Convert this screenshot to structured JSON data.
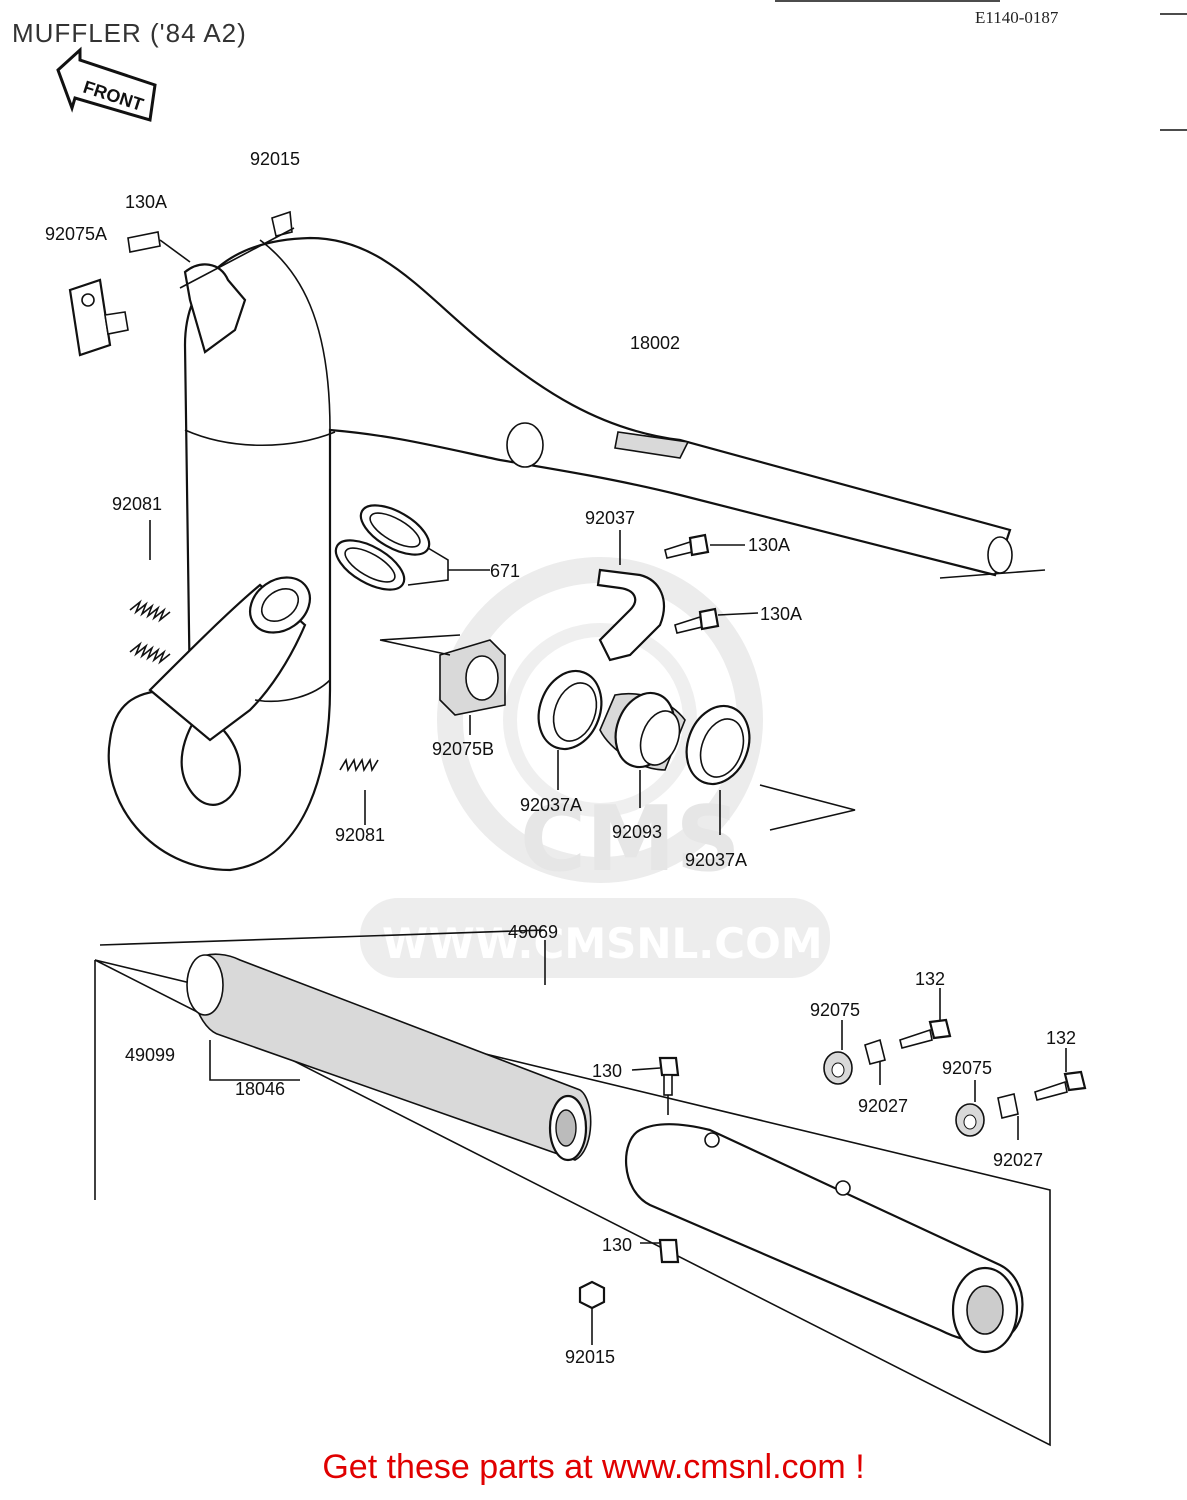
{
  "header": {
    "title": "MUFFLER ('84 A2)",
    "drawing_code": "E1140-0187",
    "front_arrow_label": "FRONT"
  },
  "watermark": {
    "brand": "CMS",
    "url": "WWW.CMSNL.COM"
  },
  "part_labels": {
    "p92015_top": "92015",
    "p130A_top": "130A",
    "p92075A": "92075A",
    "p18002": "18002",
    "p92081_left": "92081",
    "p92037": "92037",
    "p130A_r1": "130A",
    "p130A_r2": "130A",
    "p671": "671",
    "p92075B": "92075B",
    "p92081_mid": "92081",
    "p92037A_left": "92037A",
    "p92093": "92093",
    "p92037A_right": "92037A",
    "p49069": "49069",
    "p49099": "49099",
    "p18046": "18046",
    "p130_top": "130",
    "p130_bottom": "130",
    "p92015_bottom": "92015",
    "p92075_1": "92075",
    "p132_1": "132",
    "p92027_1": "92027",
    "p92075_2": "92075",
    "p132_2": "132",
    "p92027_2": "92027"
  },
  "footer": {
    "cta": "Get these parts at www.cmsnl.com !"
  },
  "colors": {
    "footer_text": "#e00000",
    "line_art": "#111111",
    "watermark": "#e6e6e6"
  }
}
